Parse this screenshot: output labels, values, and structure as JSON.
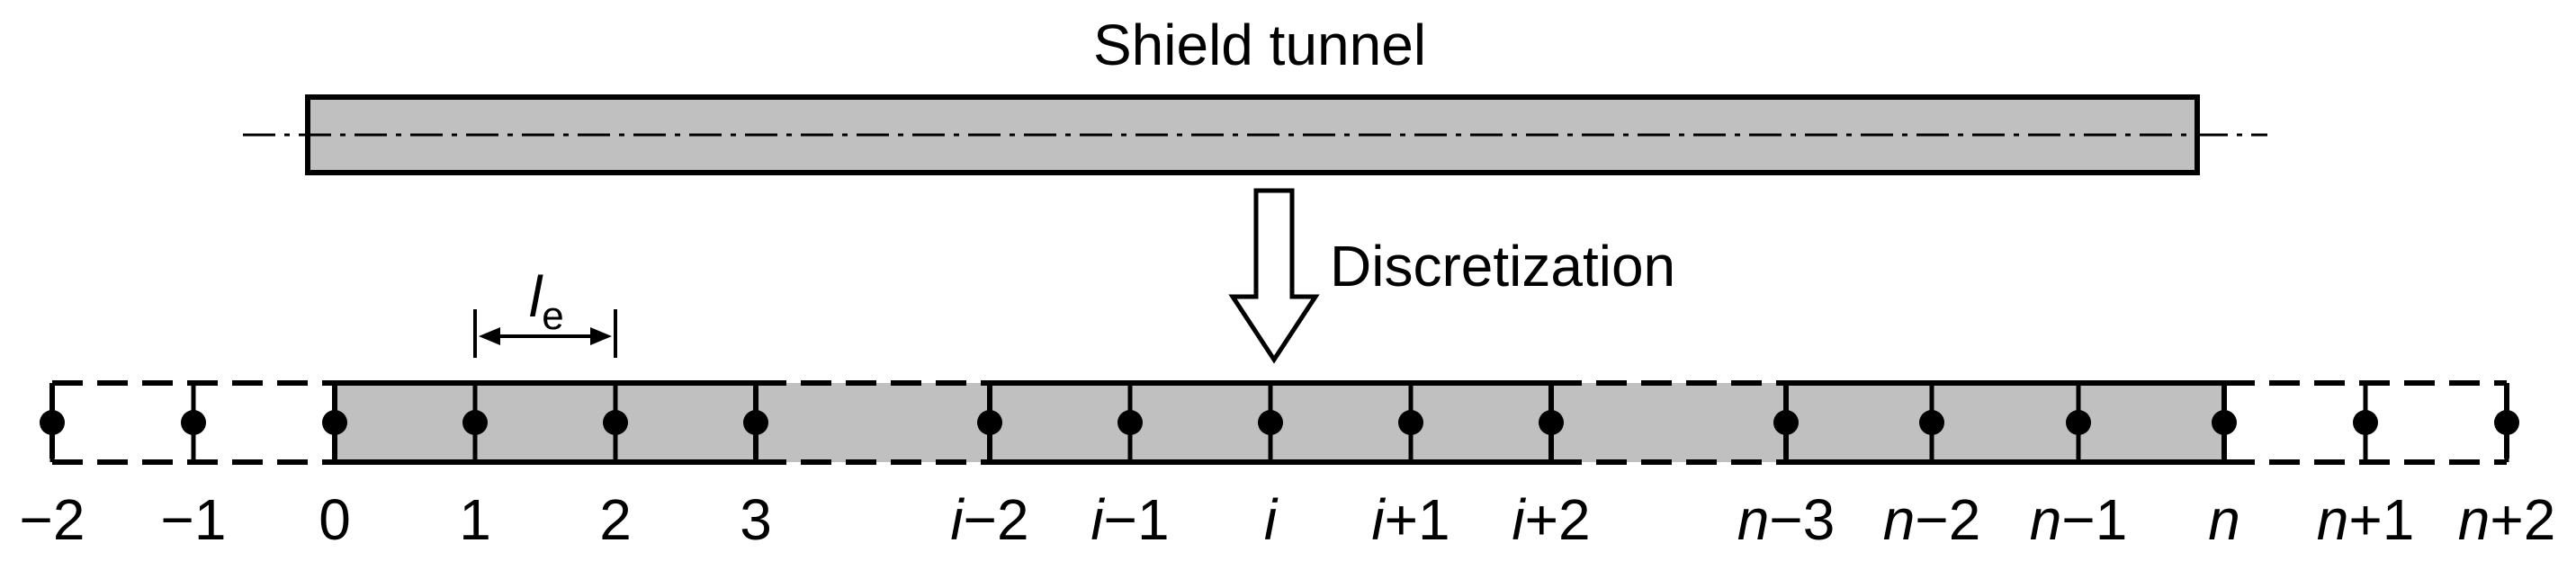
{
  "title": "Shield tunnel",
  "arrow_label": "Discretization",
  "element_length": {
    "symbol": "l",
    "subscript": "e"
  },
  "colors": {
    "fill": "#c0c0c0",
    "stroke": "#000000",
    "background": "#ffffff"
  },
  "node_labels": [
    {
      "var": "",
      "op": "−2",
      "dashed_left": true
    },
    {
      "var": "",
      "op": "−1"
    },
    {
      "var": "",
      "op": "0"
    },
    {
      "var": "",
      "op": "1"
    },
    {
      "var": "",
      "op": "2"
    },
    {
      "var": "",
      "op": "3"
    },
    {
      "var": "i",
      "op": "−2"
    },
    {
      "var": "i",
      "op": "−1"
    },
    {
      "var": "i",
      "op": ""
    },
    {
      "var": "i",
      "op": "+1"
    },
    {
      "var": "i",
      "op": "+2"
    },
    {
      "var": "n",
      "op": "−3"
    },
    {
      "var": "n",
      "op": "−2"
    },
    {
      "var": "n",
      "op": "−1"
    },
    {
      "var": "n",
      "op": ""
    },
    {
      "var": "n",
      "op": "+1"
    },
    {
      "var": "n",
      "op": "+2"
    }
  ]
}
